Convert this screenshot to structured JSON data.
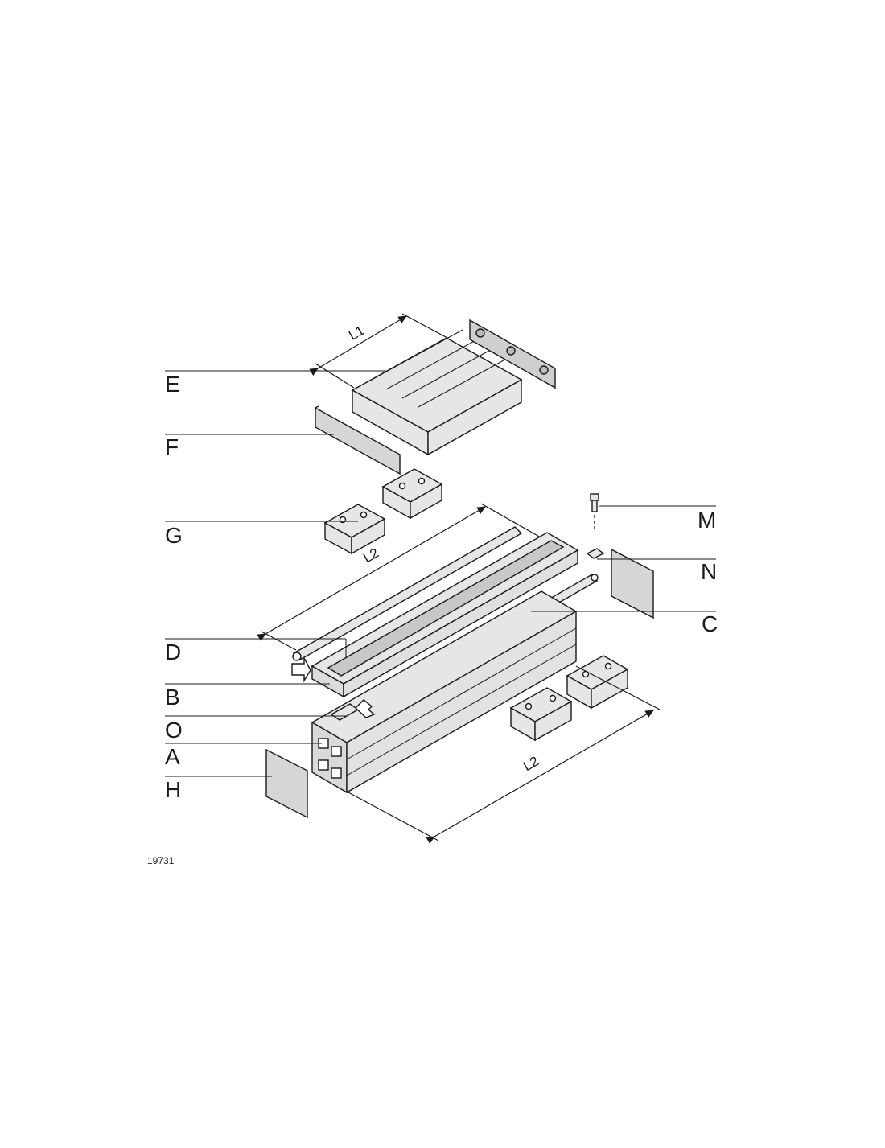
{
  "figure": {
    "callouts": {
      "E": "E",
      "F": "F",
      "G": "G",
      "D": "D",
      "B": "B",
      "O": "O",
      "A": "A",
      "H": "H",
      "M": "M",
      "N": "N",
      "C": "C"
    },
    "dimensions": {
      "l1": "L1",
      "l2_top": "L2",
      "l2_bottom": "L2"
    },
    "figure_number": "19731"
  },
  "colors": {
    "line": "#1a1a1a",
    "part_fill": "#e6e6e6",
    "panel_fill": "#d6d6d6",
    "plate_fill": "#cfcfcf"
  }
}
